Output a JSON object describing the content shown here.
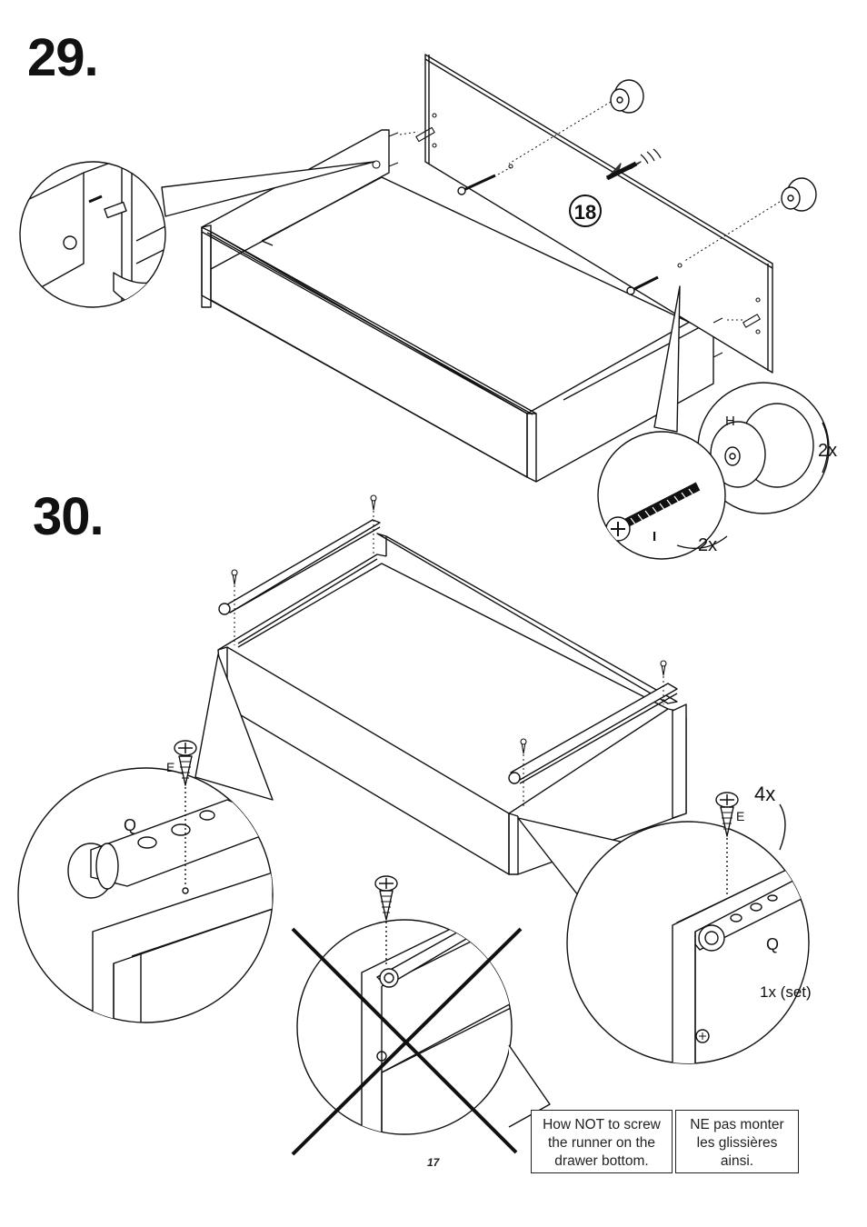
{
  "steps": [
    {
      "number": "29.",
      "callout": "18",
      "qty_knob": "2x",
      "qty_screw": "2x",
      "label_knob": "H",
      "label_screw": "I"
    },
    {
      "number": "30.",
      "label_runner_left": "Q",
      "label_screw_left": "E",
      "qty_screw": "4x",
      "label_screw_right": "E",
      "label_runner_right": "Q",
      "qty_runner": "1x (set)"
    }
  ],
  "notes": {
    "english": "How NOT to screw the  runner on the drawer bottom.",
    "french": "NE pas monter les glissières ainsi."
  },
  "page_number": "17"
}
